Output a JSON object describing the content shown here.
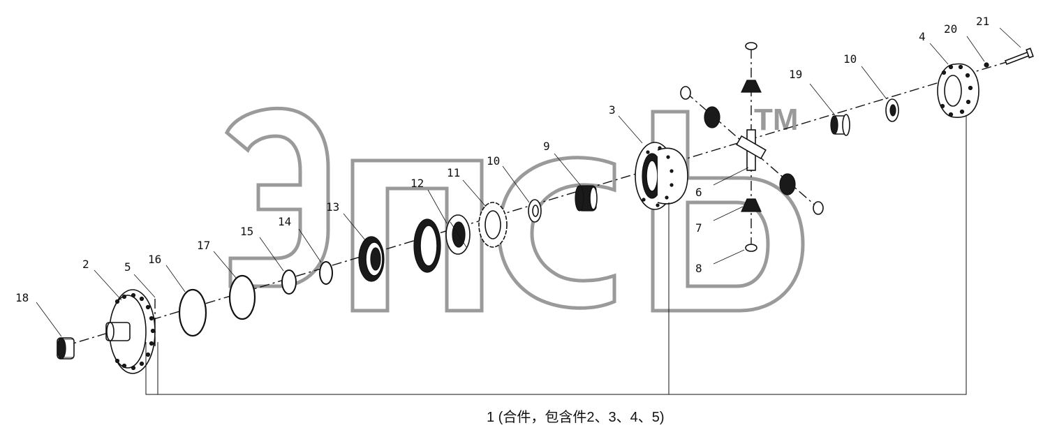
{
  "watermark": {
    "letters": "эпсb",
    "mark": "TM"
  },
  "callouts": [
    {
      "id": "c18",
      "text": "18"
    },
    {
      "id": "c2",
      "text": "2"
    },
    {
      "id": "c5",
      "text": "5"
    },
    {
      "id": "c16",
      "text": "16"
    },
    {
      "id": "c17",
      "text": "17"
    },
    {
      "id": "c15",
      "text": "15"
    },
    {
      "id": "c14",
      "text": "14"
    },
    {
      "id": "c13",
      "text": "13"
    },
    {
      "id": "c12",
      "text": "12"
    },
    {
      "id": "c11",
      "text": "11"
    },
    {
      "id": "c10a",
      "text": "10"
    },
    {
      "id": "c9",
      "text": "9"
    },
    {
      "id": "c3",
      "text": "3"
    },
    {
      "id": "c6",
      "text": "6"
    },
    {
      "id": "c7",
      "text": "7"
    },
    {
      "id": "c8",
      "text": "8"
    },
    {
      "id": "c19",
      "text": "19"
    },
    {
      "id": "c10b",
      "text": "10"
    },
    {
      "id": "c4",
      "text": "4"
    },
    {
      "id": "c20",
      "text": "20"
    },
    {
      "id": "c21",
      "text": "21"
    }
  ],
  "caption": "1 (合件，包含件2、3、4、5)"
}
